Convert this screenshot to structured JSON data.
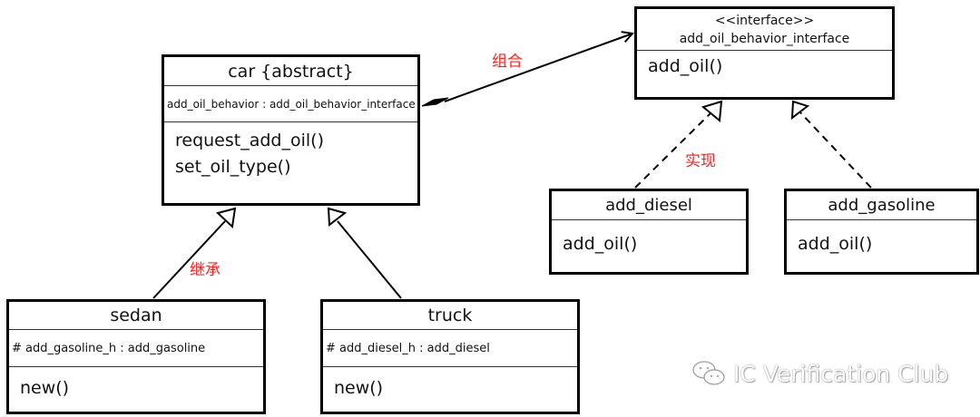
{
  "diagram": {
    "type": "UML class diagram",
    "classes": {
      "car": {
        "name": "car {abstract}",
        "attributes": [
          "add_oil_behavior : add_oil_behavior_interface"
        ],
        "methods": [
          "request_add_oil()",
          "set_oil_type()"
        ]
      },
      "interface": {
        "stereotype": "<<interface>>",
        "name": "add_oil_behavior_interface",
        "methods": [
          "add_oil()"
        ]
      },
      "add_diesel": {
        "name": "add_diesel",
        "methods": [
          "add_oil()"
        ]
      },
      "add_gasoline": {
        "name": "add_gasoline",
        "methods": [
          "add_oil()"
        ]
      },
      "sedan": {
        "name": "sedan",
        "attributes": [
          "# add_gasoline_h : add_gasoline"
        ],
        "methods": [
          "new()"
        ]
      },
      "truck": {
        "name": "truck",
        "attributes": [
          "# add_diesel_h : add_diesel"
        ],
        "methods": [
          "new()"
        ]
      }
    },
    "relations": {
      "composition_label": "组合",
      "realization_label": "实现",
      "inheritance_label": "继承"
    },
    "colors": {
      "label": "#ff2020",
      "line": "#000000"
    }
  },
  "watermark": {
    "text": "IC Verification Club",
    "icon": "wechat-icon"
  }
}
